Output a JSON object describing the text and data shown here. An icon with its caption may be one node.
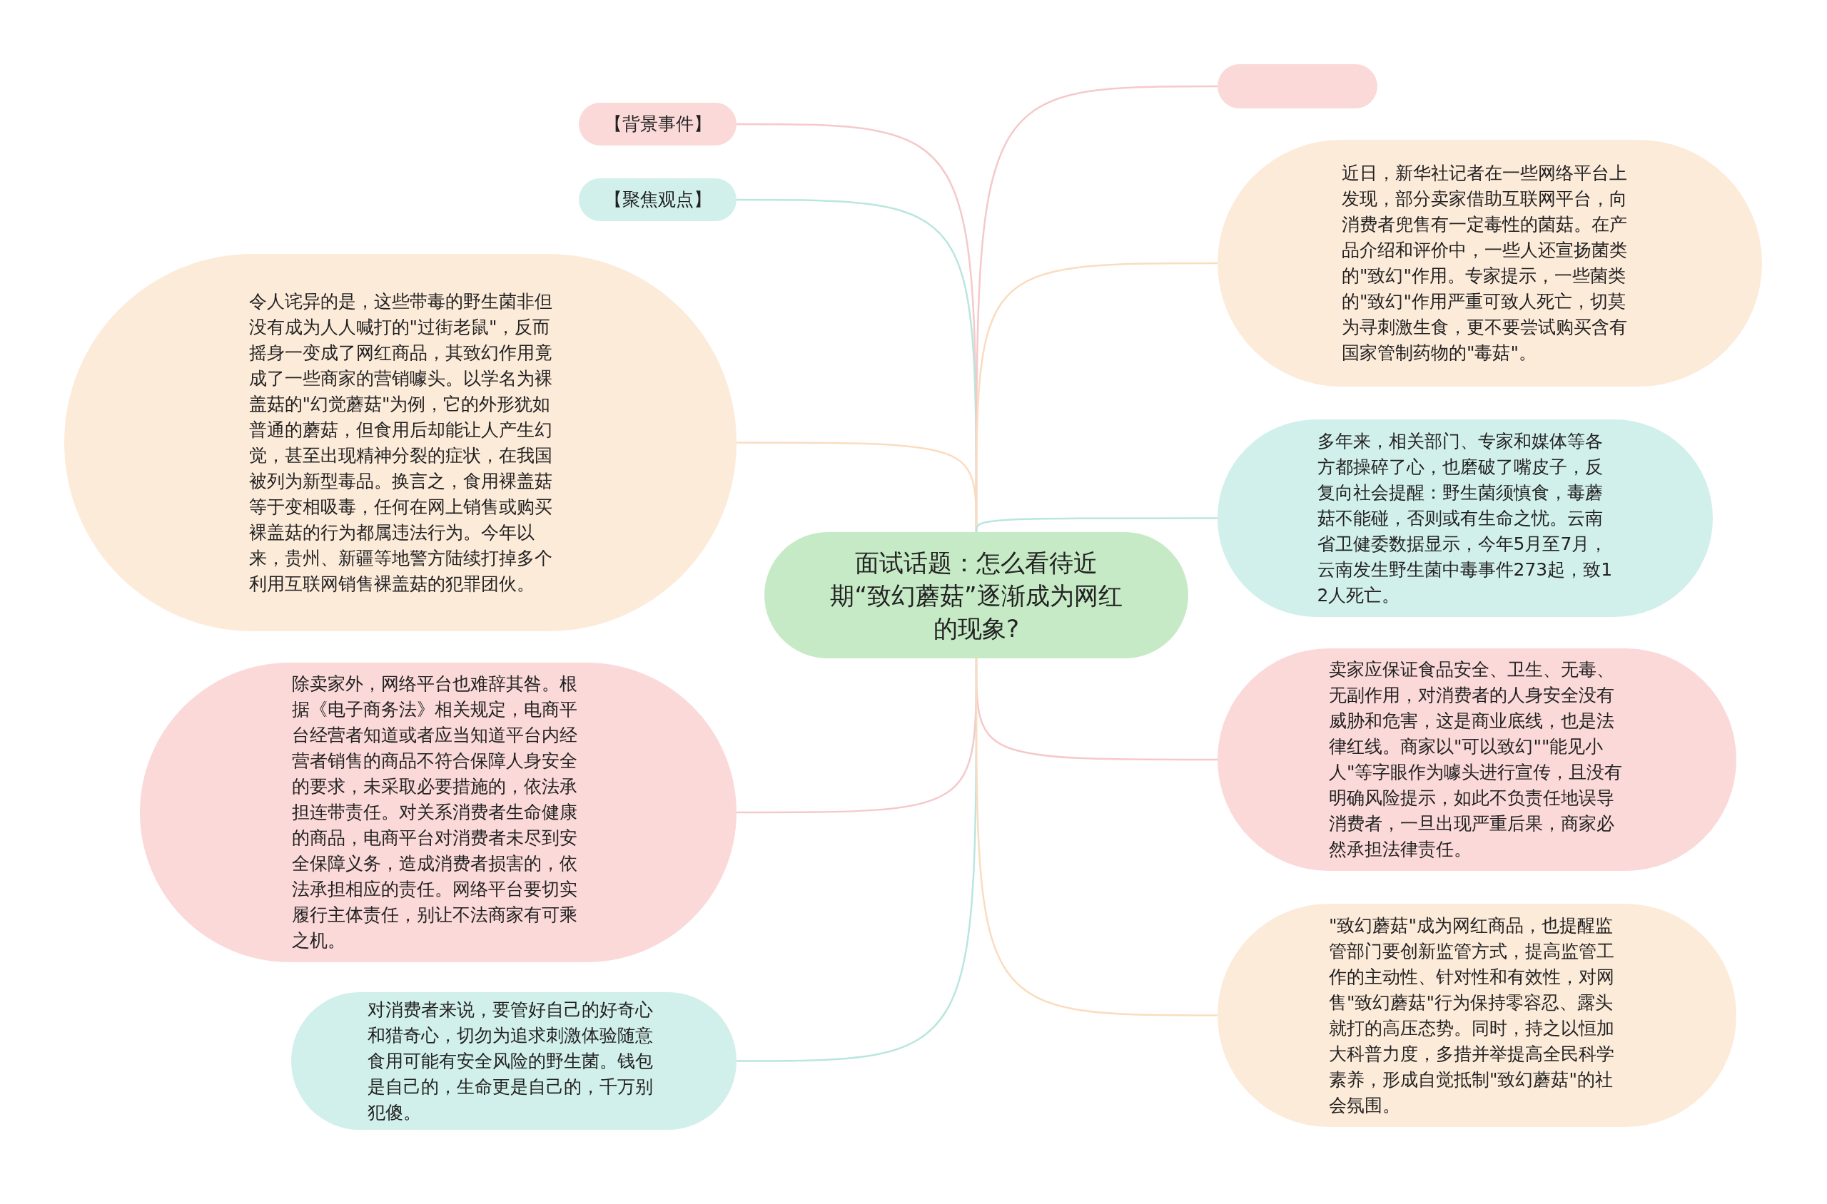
{
  "diagram": {
    "nodes": [
      {
        "text": [
          "面试话题：怎么看待近期“致幻蘑菇”逐渐成为网红的现象?"
        ]
      },
      {
        "text": [
          "【背景事件】"
        ]
      },
      {
        "text": [
          "【聚焦观点】"
        ]
      },
      {
        "text": [
          "令人诧异的是，这些带毒的野生菌非但没有成为人人喊打的\"过街老鼠\"，反而摇身一变成了网红商品，其致幻作用竟成了一些商家的营销噱头。以学名为裸盖菇的\"幻觉蘑菇\"为例，它的外形犹如普通的蘑菇，但食用后却能让人产生幻觉，甚至出现精神分裂的症状，在我国被列为新型毒品。换言之，食用裸盖菇等于变相吸毒，任何在网上销售或购买裸盖菇的行为都属违法行为。今年以来，贵州、新疆等地警方陆续打掉多个利用互联网销售裸盖菇的犯罪团伙。"
        ]
      },
      {
        "text": [
          "除卖家外，网络平台也难辞其咎。根据《电子商务法》相关规定，电商平台经营者知道或者应当知道平台内经营者销售的商品不符合保障人身安全的要求，未采取必要措施的，依法承担连带责任。对关系消费者生命健康的商品，电商平台对消费者未尽到安全保障义务，造成消费者损害的，依法承担相应的责任。网络平台要切实履行主体责任，别让不法商家有可乘之机。"
        ]
      },
      {
        "text": [
          "对消费者来说，要管好自己的好奇心和猎奇心，切勿为追求刺激体验随意食用可能有安全风险的野生菌。钱包是自己的，生命更是自己的，千万别犯傻。"
        ]
      },
      {
        "text": [],
        "shape": "box"
      },
      {
        "text": [
          "近日，新华社记者在一些网络平台上发现，部分卖家借助互联网平台，向消费者兜售有一定毒性的菌菇。在产品介绍和评价中，一些人还宣扬菌类的\"致幻\"作用。专家提示，一些菌类的\"致幻\"作用严重可致人死亡，切莫为寻刺激生食，更不要尝试购买含有国家管制药物的\"毒菇\"。"
        ]
      },
      {
        "text": [
          "多年来，相关部门、专家和媒体等各方都操碎了心，也磨破了嘴皮子，反复向社会提醒：野生菌须慎食，毒蘑菇不能碰，否则或有生命之忧。云南省卫健委数据显示，今年5月至7月，云南发生野生菌中毒事件273起，致12人死亡。"
        ]
      },
      {
        "text": [
          "卖家应保证食品安全、卫生、无毒、无副作用，对消费者的人身安全没有威胁和危害，这是商业底线，也是法律红线。商家以\"可以致幻\"\"能见小人\"等字眼作为噱头进行宣传，且没有明确风险提示，如此不负责任地误导消费者，一旦出现严重后果，商家必然承担法律责任。"
        ]
      },
      {
        "text": [
          "\"致幻蘑菇\"成为网红商品，也提醒监管部门要创新监管方式，提高监管工作的主动性、针对性和有效性，对网售\"致幻蘑菇\"行为保持零容忍、露头就打的高压态势。同时，持之以恒加大科普力度，多措并举提高全民科学素养，形成自觉抵制\"致幻蘑菇\"的社会氛围。"
        ]
      }
    ],
    "edges": [
      {
        "from": 0,
        "to": 1,
        "arrow": "none",
        "color": "#f6c9c9"
      },
      {
        "from": 0,
        "to": 2,
        "arrow": "none",
        "color": "#b9e6de"
      },
      {
        "from": 0,
        "to": 3,
        "arrow": "none",
        "color": "#fbdcbf"
      },
      {
        "from": 0,
        "to": 4,
        "arrow": "none",
        "color": "#f6c9c9"
      },
      {
        "from": 0,
        "to": 5,
        "arrow": "none",
        "color": "#b9e6de"
      },
      {
        "from": 0,
        "to": 6,
        "arrow": "none",
        "color": "#f6c9c9"
      },
      {
        "from": 0,
        "to": 7,
        "arrow": "none",
        "color": "#fbdcbf"
      },
      {
        "from": 0,
        "to": 8,
        "arrow": "none",
        "color": "#b9e6de"
      },
      {
        "from": 0,
        "to": 9,
        "arrow": "none",
        "color": "#f6c9c9"
      },
      {
        "from": 0,
        "to": 10,
        "arrow": "none",
        "color": "#fbdcbf"
      }
    ]
  }
}
